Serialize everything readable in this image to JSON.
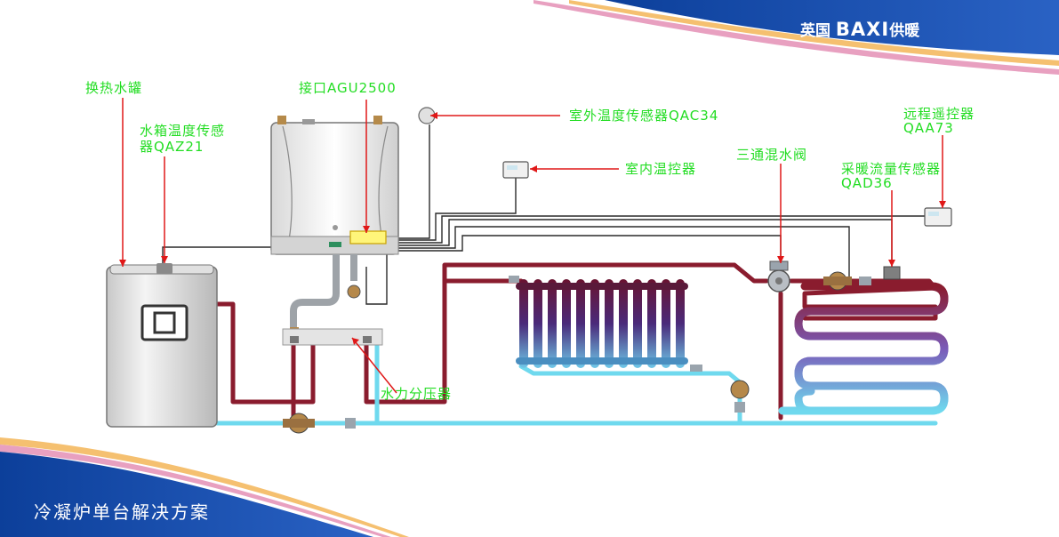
{
  "brand": {
    "prefix": "英国",
    "name": "BAXI",
    "suffix": "供暖"
  },
  "footer": {
    "title": "冷凝炉单台解决方案"
  },
  "labels": {
    "tank": "换热水罐",
    "tank_sensor_1": "水箱温度传感",
    "tank_sensor_2": "器QAZ21",
    "interface": "接口AGU2500",
    "outdoor_sensor": "室外温度传感器QAC34",
    "indoor_controller": "室内温控器",
    "mixing_valve": "三通混水阀",
    "remote_1": "远程遥控器",
    "remote_2": "QAA73",
    "flow_sensor_1": "采暖流量传感器",
    "flow_sensor_2": "QAD36",
    "separator": "水力分压器"
  },
  "colors": {
    "label": "#22dd22",
    "pointer": "#e01818",
    "hot_pipe": "#8a1c2e",
    "cold_pipe": "#6fd9ee",
    "banner": "#1d4fa8"
  }
}
